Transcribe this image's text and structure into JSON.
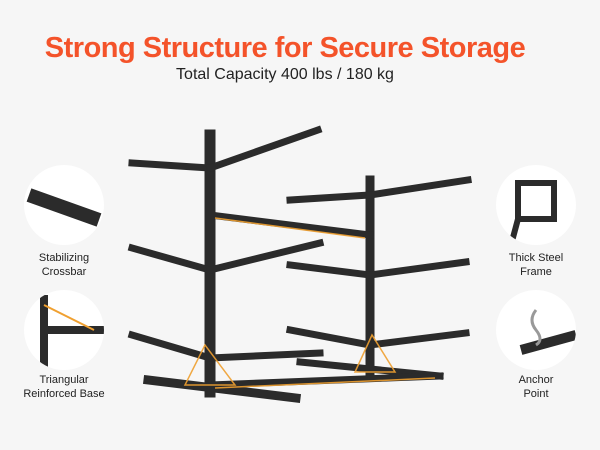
{
  "header": {
    "title": "Strong Structure for Secure Storage",
    "subtitle": "Total Capacity 400 lbs / 180 kg"
  },
  "features": [
    {
      "label_line1": "Stabilizing",
      "label_line2": "Crossbar",
      "icon": "crossbar-detail"
    },
    {
      "label_line1": "Triangular",
      "label_line2": "Reinforced Base",
      "icon": "base-detail"
    },
    {
      "label_line1": "Thick Steel",
      "label_line2": "Frame",
      "icon": "square-tube-detail"
    },
    {
      "label_line1": "Anchor",
      "label_line2": "Point",
      "icon": "hook-detail"
    }
  ],
  "colors": {
    "accent": "#f4532a",
    "steel": "#2b2b2b",
    "highlight": "#f0a030"
  }
}
